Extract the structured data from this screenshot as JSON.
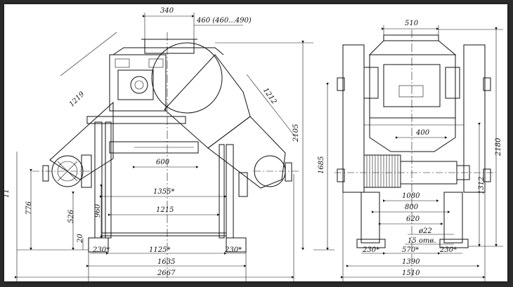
{
  "drawing": {
    "colors": {
      "line": "#111111",
      "paper": "#ffffff",
      "border": "#2b2b2b"
    },
    "front_view": {
      "dimensions": {
        "top_width": "340",
        "inlet": "460 (460...490)",
        "left_arm": "1219",
        "right_arm": "1212",
        "beam": "600",
        "span_inner": "1355*",
        "span_mid": "1215",
        "base_inner": "1125*",
        "foot_left": "230*",
        "foot_right": "230*",
        "overall_base": "1635",
        "overall": "2667",
        "h_776": "776",
        "h_526": "526",
        "h_960": "960",
        "h_20": "20",
        "h_cut": "11",
        "h_2105": "2105",
        "h_1685": "1685"
      }
    },
    "side_view": {
      "dimensions": {
        "top": "510",
        "d400": "400",
        "d1080": "1080",
        "d800": "800",
        "d620": "620",
        "d22": "ø22",
        "holes": "15 отв.",
        "foot_left": "230*",
        "mid": "570*",
        "foot_right": "230*",
        "d1390": "1390",
        "d1510": "1510",
        "h2180": "2180",
        "h1312": "1312"
      }
    }
  }
}
